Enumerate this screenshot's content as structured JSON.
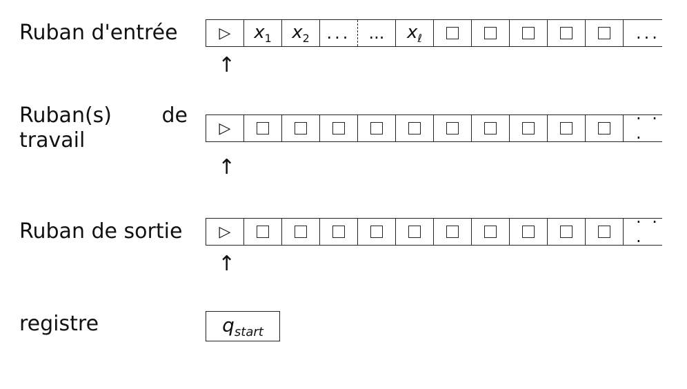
{
  "tapes": [
    {
      "label": "Ruban d'entrée",
      "cells": [
        "▷",
        "x_1",
        "x_2",
        "...",
        "...",
        "x_ℓ",
        "□",
        "□",
        "□",
        "□",
        "□"
      ],
      "trailing": "...",
      "head_symbol": "↑"
    },
    {
      "label": "Ruban(s) de travail",
      "cells": [
        "▷",
        "□",
        "□",
        "□",
        "□",
        "□",
        "□",
        "□",
        "□",
        "□",
        "□"
      ],
      "trailing": "· · ·",
      "head_symbol": "↑"
    },
    {
      "label": "Ruban de sortie",
      "cells": [
        "▷",
        "□",
        "□",
        "□",
        "□",
        "□",
        "□",
        "□",
        "□",
        "□",
        "□"
      ],
      "trailing": "· · ·",
      "head_symbol": "↑"
    }
  ],
  "register": {
    "label": "registre",
    "state_symbol": "q",
    "state_subscript": "start"
  },
  "symbols": {
    "start": "▷",
    "x": "x",
    "x_sub_1": "1",
    "x_sub_2": "2",
    "x_sub_l": "ℓ",
    "ellipsis": "..."
  }
}
